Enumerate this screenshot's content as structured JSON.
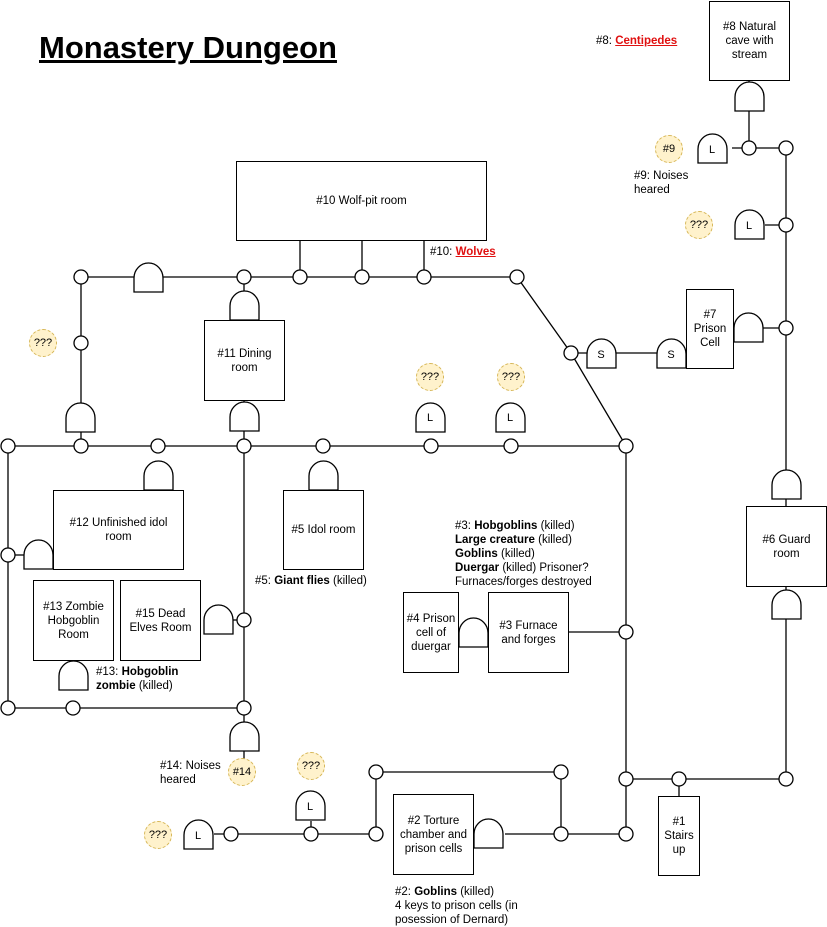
{
  "title": "Monastery Dungeon",
  "rooms": {
    "r1": "#1 Stairs up",
    "r2": "#2 Torture chamber and prison cells",
    "r3": "#3 Furnace and forges",
    "r4": "#4 Prison cell of duergar",
    "r5": "#5 Idol room",
    "r6": "#6 Guard room",
    "r7": "#7 Prison Cell",
    "r8": "#8 Natural cave with stream",
    "r10": "#10 Wolf-pit room",
    "r11": "#11 Dining room",
    "r12": "#12 Unfinished idol room",
    "r13": "#13 Zombie Hobgoblin Room",
    "r15": "#15 Dead Elves Room"
  },
  "notes": {
    "n8_prefix": "#8:",
    "n8_link": "Centipedes",
    "n9_line1": "#9: Noises",
    "n9_line2": "heared",
    "n10_prefix": "#10:",
    "n10_link": "Wolves",
    "n3_l1_prefix": "#3:",
    "n3_l1_bold": "Hobgoblins",
    "n3_l1_rest": "(killed)",
    "n3_l2_bold": "Large creature",
    "n3_l2_rest": "(killed)",
    "n3_l3_bold": "Goblins",
    "n3_l3_rest": "(killed)",
    "n3_l4_bold": "Duergar",
    "n3_l4_rest": "(killed) Prisoner?",
    "n3_l5": "Furnaces/forges destroyed",
    "n5_prefix": "#5:",
    "n5_bold": "Giant flies",
    "n5_rest": "(killed)",
    "n13_prefix": "#13:",
    "n13_bold1": "Hobgoblin",
    "n13_bold2": "zombie",
    "n13_rest": "(killed)",
    "n14_line1": "#14: Noises",
    "n14_line2": "heared",
    "n2_prefix": "#2:",
    "n2_bold": "Goblins",
    "n2_rest": "(killed)",
    "n2_line2": "4 keys to prison cells (in",
    "n2_line3": "posession of Dernard)"
  },
  "badges": {
    "unknown": "???",
    "b9": "#9",
    "b14": "#14"
  },
  "door_labels": {
    "locked": "L",
    "secret": "S"
  },
  "colors": {
    "badge_fill": "#fff2cc",
    "badge_border": "#d6b656",
    "monster_link": "#e01010"
  }
}
